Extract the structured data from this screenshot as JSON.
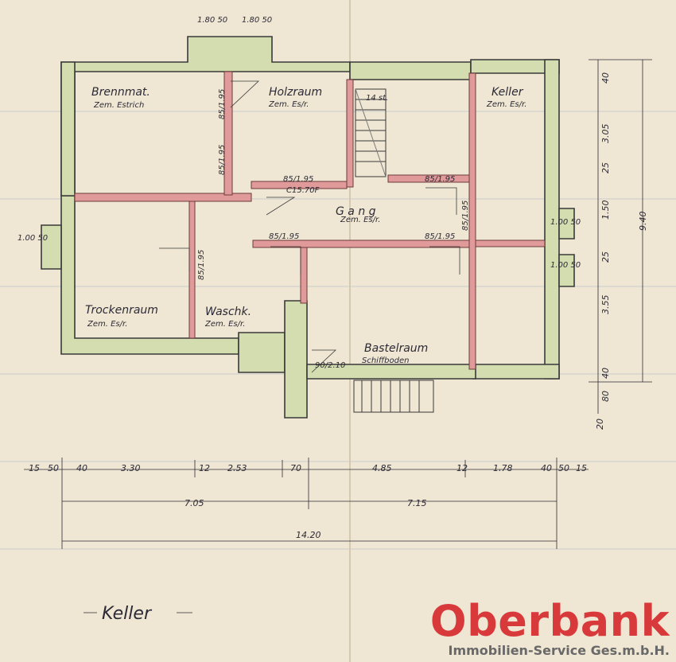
{
  "rooms": {
    "brennmat": {
      "name": "Brennmat.",
      "floor": "Zem. Estrich"
    },
    "holzraum": {
      "name": "Holzraum",
      "floor": "Zem. Es/r."
    },
    "keller": {
      "name": "Keller",
      "floor": "Zem. Es/r."
    },
    "gang": {
      "name": "G a n g",
      "floor": "Zem. Es/r."
    },
    "trockenraum": {
      "name": "Trockenraum",
      "floor": "Zem. Es/r."
    },
    "waschk": {
      "name": "Waschk.",
      "floor": "Zem. Es/r."
    },
    "bastelraum": {
      "name": "Bastelraum",
      "floor": "Schiffboden"
    }
  },
  "stair_label": "14 st.",
  "door_labels": [
    "85/1.95",
    "85/1.95",
    "85/1.95",
    "85/1.95",
    "85/1.95",
    "85/1.95",
    "85/1.95",
    "85/1.95",
    "90/2.10",
    "C15.70F"
  ],
  "window_labels": {
    "top_left": "1.80 50",
    "top_right": "1.80 50",
    "left": "1.00 50",
    "right_upper": "1.00 50",
    "right_lower": "1.00 50"
  },
  "dims_bottom_row1": [
    "15",
    "50",
    "40",
    "3.30",
    "12",
    "2.53",
    "70",
    "4.85",
    "12",
    "1.78",
    "40",
    "50",
    "15"
  ],
  "dims_bottom_row2": [
    "7.05",
    "7.15"
  ],
  "dims_bottom_total": "14.20",
  "dims_right_inner": [
    "40",
    "3.05",
    "25",
    "1.50",
    "25",
    "3.55",
    "40"
  ],
  "dims_right_total": "9.40",
  "dims_right_lower": [
    "80",
    "20"
  ],
  "plan_title": "Keller",
  "logo": {
    "name": "Oberbank",
    "subtitle": "Immobilien-Service Ges.m.b.H."
  },
  "colors": {
    "paper": "#efe7d3",
    "wall": "#d3ddb0",
    "wall_edge": "#3a3a3a",
    "partition": "#e09a9a",
    "ink": "#2c2a36",
    "brand": "#d8393b"
  }
}
